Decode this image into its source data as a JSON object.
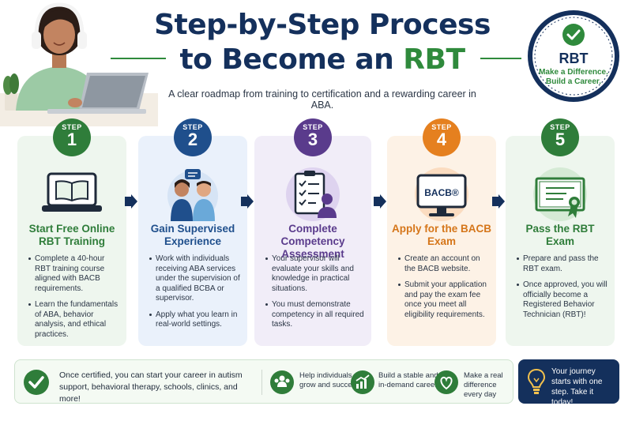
{
  "title": {
    "line1": "Step-by-Step Process",
    "line2_prefix": "to Become an ",
    "line2_accent": "RBT"
  },
  "subtitle": "A clear roadmap from training to certification and a rewarding career in ABA.",
  "badge": {
    "title": "RBT",
    "tagline1": "Make a Difference.",
    "tagline2": "Build a Career."
  },
  "step_label": "STEP",
  "steps": [
    {
      "number": "1",
      "title": "Start Free Online RBT Training",
      "bullets": [
        "Complete a 40-hour RBT training course aligned with BACB requirements.",
        "Learn the fundamentals of ABA, behavior analysis, and ethical practices."
      ]
    },
    {
      "number": "2",
      "title": "Gain Supervised Experience",
      "bullets": [
        "Work with individuals receiving ABA services under the supervision of a qualified BCBA or supervisor.",
        "Apply what you learn in real-world settings."
      ]
    },
    {
      "number": "3",
      "title": "Complete Competency Assessment",
      "bullets": [
        "Your supervisor will evaluate your skills and knowledge in practical situations.",
        "You must demonstrate competency in all required tasks."
      ]
    },
    {
      "number": "4",
      "title": "Apply for the BACB Exam",
      "icon_text": "BACB®",
      "bullets": [
        "Create an account on the BACB website.",
        "Submit your application and pay the exam fee once you meet all eligibility requirements."
      ]
    },
    {
      "number": "5",
      "title": "Pass the RBT Exam",
      "bullets": [
        "Prepare and pass the RBT exam.",
        "Once approved, you will officially become a Registered Behavior Technician (RBT)!"
      ]
    }
  ],
  "banner": {
    "certified_text": "Once certified, you can start your career in autism support, behavioral therapy, schools, clinics, and more!",
    "benefits": [
      {
        "icon": "people-icon",
        "text": "Help individuals grow and succeed"
      },
      {
        "icon": "growth-chart-icon",
        "text": "Build a stable and in-demand career"
      },
      {
        "icon": "heart-icon",
        "text": "Make a real difference every day"
      }
    ]
  },
  "cta": {
    "text": "Your journey starts with one step. Take it today!"
  },
  "colors": {
    "navy": "#14305c",
    "green": "#2f7d3a",
    "blue": "#1f4f8c",
    "purple": "#5a3b8c",
    "orange": "#e5801f"
  }
}
